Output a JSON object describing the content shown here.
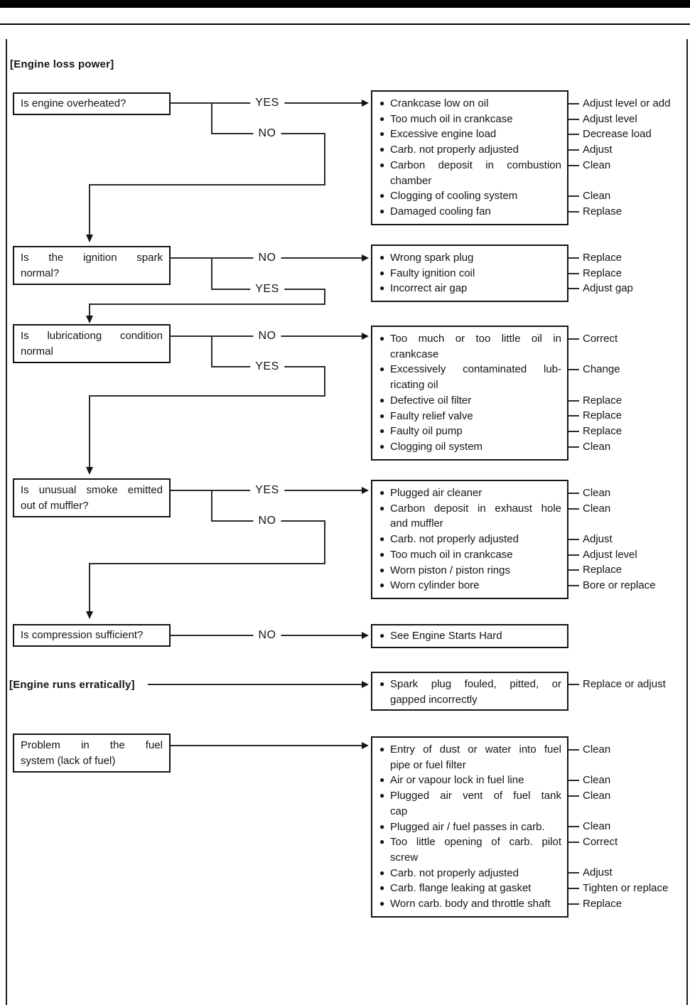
{
  "glyphs": {
    "bullet": "●"
  },
  "colors": {
    "ink": "#141414",
    "line": "#2b2b2b",
    "paper": "#ffffff"
  },
  "labels": {
    "yes": "YES",
    "no": "NO"
  },
  "titles": {
    "engine_loss_power": "[Engine loss power]",
    "engine_runs_erratically": "[Engine runs erratically]"
  },
  "questions": [
    {
      "lines": [
        "Is engine overheated?"
      ]
    },
    {
      "lines": [
        "Is the ignition spark",
        "normal?"
      ]
    },
    {
      "lines": [
        "Is lubricationg condition",
        "normal"
      ]
    },
    {
      "lines": [
        "Is unusual smoke emitted",
        "out of muffler?"
      ]
    },
    {
      "lines": [
        "Is compression sufficient?"
      ]
    },
    {
      "lines": [
        "Problem in the fuel",
        "system (lack of fuel)"
      ]
    }
  ],
  "cause_boxes": [
    {
      "items": [
        {
          "lines": [
            "Crankcase low on oil"
          ],
          "remedy": "Adjust level or add"
        },
        {
          "lines": [
            "Too much oil in crankcase"
          ],
          "remedy": "Adjust level"
        },
        {
          "lines": [
            "Excessive engine load"
          ],
          "remedy": "Decrease load"
        },
        {
          "lines": [
            "Carb. not properly adjusted"
          ],
          "remedy": "Adjust"
        },
        {
          "lines": [
            "Carbon deposit in combustion",
            "chamber"
          ],
          "remedy": "Clean"
        },
        {
          "lines": [
            "Clogging of cooling system"
          ],
          "remedy": "Clean"
        },
        {
          "lines": [
            "Damaged cooling fan"
          ],
          "remedy": "Replase"
        }
      ]
    },
    {
      "items": [
        {
          "lines": [
            "Wrong spark plug"
          ],
          "remedy": "Replace"
        },
        {
          "lines": [
            "Faulty ignition coil"
          ],
          "remedy": "Replace"
        },
        {
          "lines": [
            "Incorrect air gap"
          ],
          "remedy": "Adjust gap"
        }
      ]
    },
    {
      "items": [
        {
          "lines": [
            "Too much or too little oil in",
            "crankcase"
          ],
          "remedy": "Correct"
        },
        {
          "lines": [
            "Excessively contaminated lub-",
            "ricating oil"
          ],
          "remedy": "Change"
        },
        {
          "lines": [
            "Defective oil filter"
          ],
          "remedy": "Replace"
        },
        {
          "lines": [
            "Faulty relief valve"
          ],
          "remedy": "Replace"
        },
        {
          "lines": [
            "Faulty oil pump"
          ],
          "remedy": "Replace"
        },
        {
          "lines": [
            "Clogging oil system"
          ],
          "remedy": "Clean"
        }
      ]
    },
    {
      "items": [
        {
          "lines": [
            "Plugged air cleaner"
          ],
          "remedy": "Clean"
        },
        {
          "lines": [
            "Carbon deposit in exhaust hole",
            "and muffler"
          ],
          "remedy": "Clean"
        },
        {
          "lines": [
            "Carb. not properly adjusted"
          ],
          "remedy": "Adjust"
        },
        {
          "lines": [
            "Too much oil in crankcase"
          ],
          "remedy": "Adjust level"
        },
        {
          "lines": [
            "Worn piston / piston rings"
          ],
          "remedy": "Replace"
        },
        {
          "lines": [
            "Worn cylinder bore"
          ],
          "remedy": "Bore or replace"
        }
      ]
    },
    {
      "items": [
        {
          "lines": [
            "See Engine Starts Hard"
          ],
          "remedy": ""
        }
      ]
    },
    {
      "items": [
        {
          "lines": [
            "Spark plug fouled, pitted, or",
            "gapped incorrectly"
          ],
          "remedy": "Replace or adjust"
        }
      ]
    },
    {
      "items": [
        {
          "lines": [
            "Entry of dust or water into fuel",
            "pipe or fuel filter"
          ],
          "remedy": "Clean"
        },
        {
          "lines": [
            "Air or vapour lock in fuel line"
          ],
          "remedy": "Clean"
        },
        {
          "lines": [
            "Plugged air vent of fuel tank",
            "cap"
          ],
          "remedy": "Clean"
        },
        {
          "lines": [
            "Plugged air / fuel passes in carb."
          ],
          "remedy": "Clean"
        },
        {
          "lines": [
            "Too little opening of carb. pilot",
            "screw"
          ],
          "remedy": "Correct"
        },
        {
          "lines": [
            "Carb. not properly adjusted"
          ],
          "remedy": "Adjust"
        },
        {
          "lines": [
            "Carb. flange leaking at gasket"
          ],
          "remedy": "Tighten or replace"
        },
        {
          "lines": [
            "Worn carb. body and throttle shaft"
          ],
          "remedy": "Replace"
        }
      ]
    }
  ]
}
